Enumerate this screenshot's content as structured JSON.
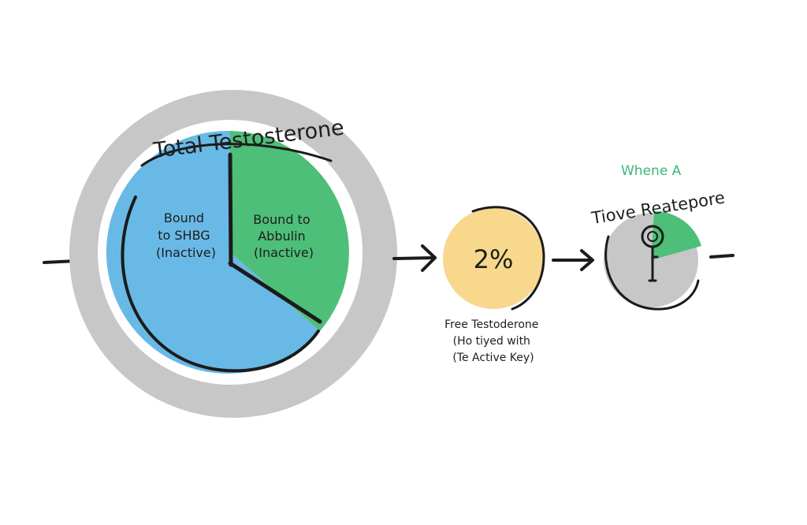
{
  "total": {
    "title": "Total Testosterone",
    "shbg": {
      "line1": "Bound",
      "line2": "to SHBG",
      "line3": "(Inactive)"
    },
    "albumin": {
      "line1": "Bound to",
      "line2": "Abbulin",
      "line3": "(Inactive)"
    }
  },
  "free": {
    "percent": "2%",
    "line1": "Free Testoderone",
    "line2": "(Ho tiyed with",
    "line3": "(Te Active Key)"
  },
  "receptor": {
    "top": "Whene A",
    "title": "Tiove Reatepore"
  },
  "colors": {
    "gray": "#c7c7c7",
    "blue": "#69b9e6",
    "green": "#4dbf78",
    "yellow": "#f7d88c",
    "accent_text": "#3fb67c"
  }
}
